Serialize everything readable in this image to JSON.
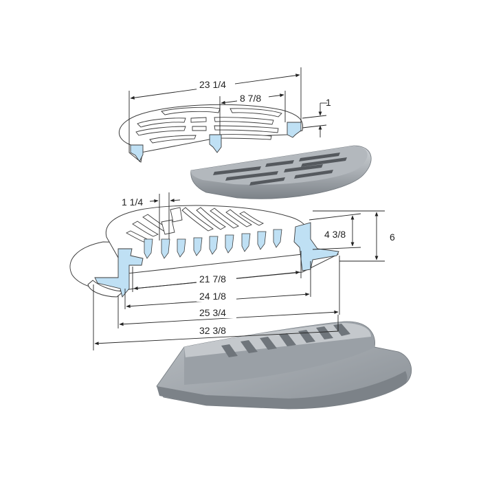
{
  "dimensions": {
    "grate_overall_length": "23 1/4",
    "grate_section_length": "8 7/8",
    "grate_thickness": "1",
    "frame_bearing_width": "1 1/4",
    "frame_seat_depth": "4 3/8",
    "frame_overall_height": "6",
    "frame_clear_opening": "21 7/8",
    "frame_seat_opening": "24 1/8",
    "frame_outer_lip": "25 3/4",
    "frame_flange_width": "32 3/8"
  },
  "colors": {
    "section_cut": "#bfe0f4",
    "metal_light": "#c4c8cc",
    "metal_mid": "#9aa0a6",
    "metal_dark": "#6f757b",
    "line": "#3a3a3a",
    "background": "#ffffff"
  }
}
